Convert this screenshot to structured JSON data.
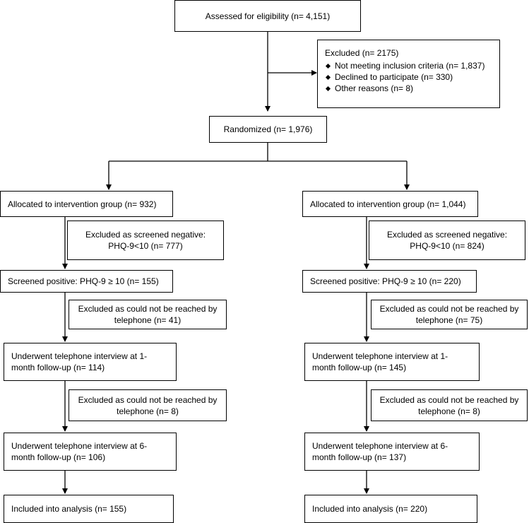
{
  "flow": {
    "assessed": "Assessed for eligibility (n= 4,151)",
    "excluded": {
      "title": "Excluded (n= 2175)",
      "items": [
        "Not meeting inclusion criteria (n= 1,837)",
        "Declined to participate (n= 330)",
        "Other reasons (n= 8)"
      ]
    },
    "randomized": "Randomized (n= 1,976)",
    "left": {
      "allocated": "Allocated to intervention group (n= 932)",
      "excl_negative": [
        "Excluded as screened negative:",
        "PHQ-9<10 (n= 777)"
      ],
      "screened_positive": "Screened positive: PHQ-9 ≥ 10 (n= 155)",
      "excl_reach_1": [
        "Excluded as could not be reached by",
        "telephone (n= 41)"
      ],
      "interview_1": [
        "Underwent telephone interview at 1-",
        "month follow-up (n= 114)"
      ],
      "excl_reach_2": [
        "Excluded as could not be reached by",
        "telephone (n= 8)"
      ],
      "interview_6": [
        "Underwent telephone interview at 6-",
        "month follow-up (n= 106)"
      ],
      "analysis": "Included into analysis (n= 155)"
    },
    "right": {
      "allocated": "Allocated to intervention group (n= 1,044)",
      "excl_negative": [
        "Excluded as screened negative:",
        "PHQ-9<10 (n= 824)"
      ],
      "screened_positive": "Screened positive: PHQ-9 ≥ 10 (n= 220)",
      "excl_reach_1": [
        "Excluded as could not be reached by",
        "telephone (n= 75)"
      ],
      "interview_1": [
        "Underwent telephone interview at 1-",
        "month follow-up (n= 145)"
      ],
      "excl_reach_2": [
        "Excluded as could not be reached by",
        "telephone (n= 8)"
      ],
      "interview_6": [
        "Underwent telephone interview at 6-",
        "month follow-up (n= 137)"
      ],
      "analysis": "Included into analysis (n= 220)"
    }
  }
}
